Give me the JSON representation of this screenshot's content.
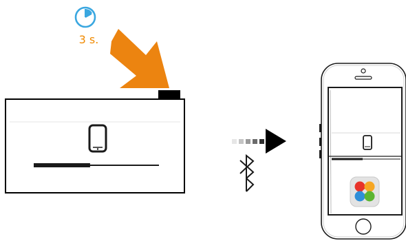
{
  "timer": {
    "label": "3 s.",
    "color": "#f08a00",
    "icon": "stopwatch-icon"
  },
  "press_arrow": {
    "color": "#ec8410",
    "icon": "arrow-down-right-icon"
  },
  "device": {
    "screen_icon": "smartphone-icon",
    "button_icon": "power-button",
    "progress": 0.45
  },
  "transfer": {
    "icons": [
      "dotted-arrow-right-icon",
      "bluetooth-icon"
    ]
  },
  "phone": {
    "screen_icon": "smartphone-icon",
    "app_icon": "app-icon",
    "progress": 0.45
  }
}
